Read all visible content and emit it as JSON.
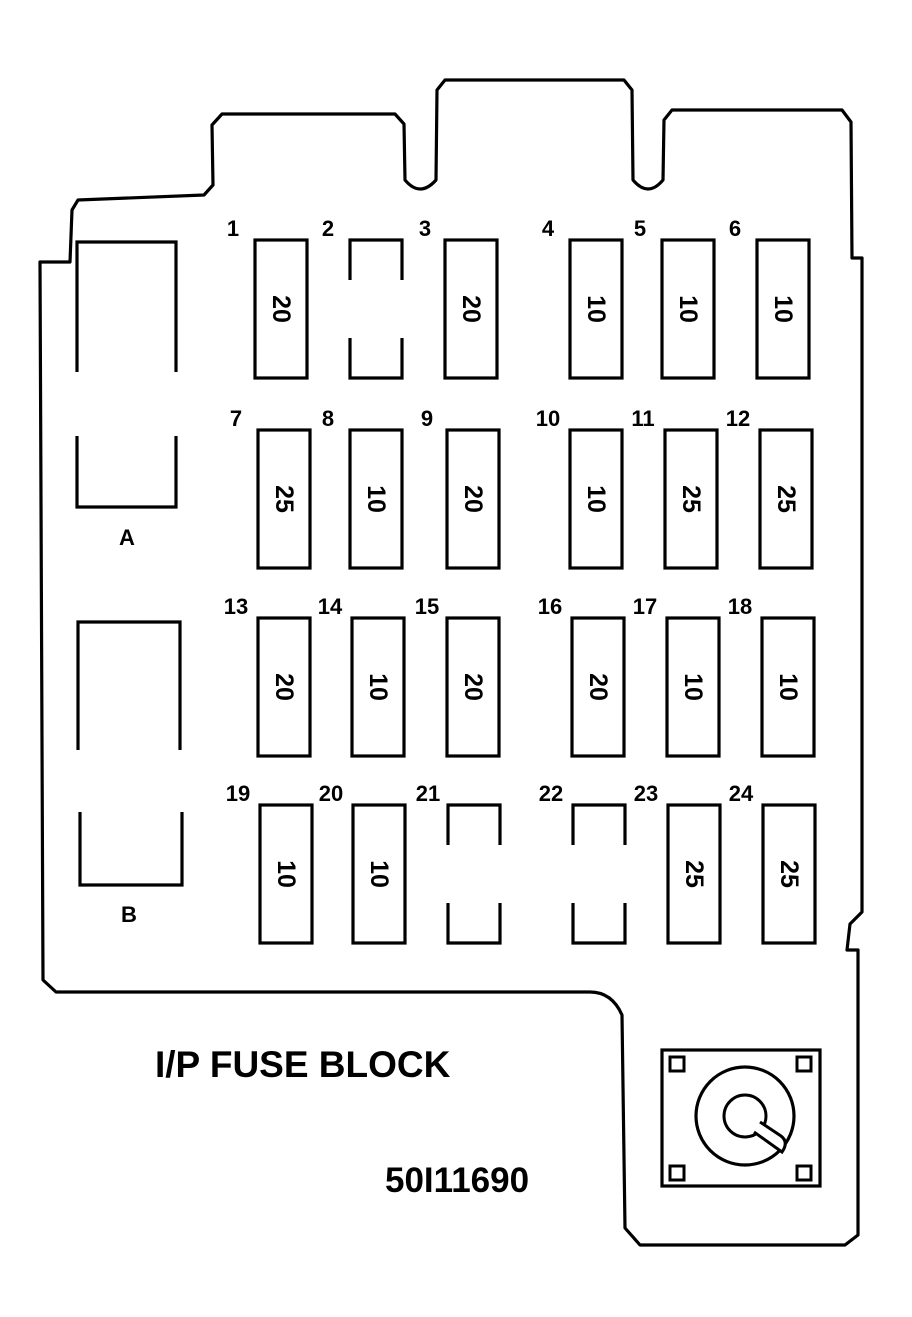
{
  "title": "I/P FUSE BLOCK",
  "code": "50I11690",
  "relays": [
    {
      "label": "A"
    },
    {
      "label": "B"
    }
  ],
  "fuses": [
    {
      "num": "1",
      "amps": "20"
    },
    {
      "num": "2",
      "amps": ""
    },
    {
      "num": "3",
      "amps": "20"
    },
    {
      "num": "4",
      "amps": "10"
    },
    {
      "num": "5",
      "amps": "10"
    },
    {
      "num": "6",
      "amps": "10"
    },
    {
      "num": "7",
      "amps": "25"
    },
    {
      "num": "8",
      "amps": "10"
    },
    {
      "num": "9",
      "amps": "20"
    },
    {
      "num": "10",
      "amps": "10"
    },
    {
      "num": "11",
      "amps": "25"
    },
    {
      "num": "12",
      "amps": "25"
    },
    {
      "num": "13",
      "amps": "20"
    },
    {
      "num": "14",
      "amps": "10"
    },
    {
      "num": "15",
      "amps": "20"
    },
    {
      "num": "16",
      "amps": "20"
    },
    {
      "num": "17",
      "amps": "10"
    },
    {
      "num": "18",
      "amps": "10"
    },
    {
      "num": "19",
      "amps": "10"
    },
    {
      "num": "20",
      "amps": "10"
    },
    {
      "num": "21",
      "amps": ""
    },
    {
      "num": "22",
      "amps": ""
    },
    {
      "num": "23",
      "amps": "25"
    },
    {
      "num": "24",
      "amps": "25"
    }
  ]
}
